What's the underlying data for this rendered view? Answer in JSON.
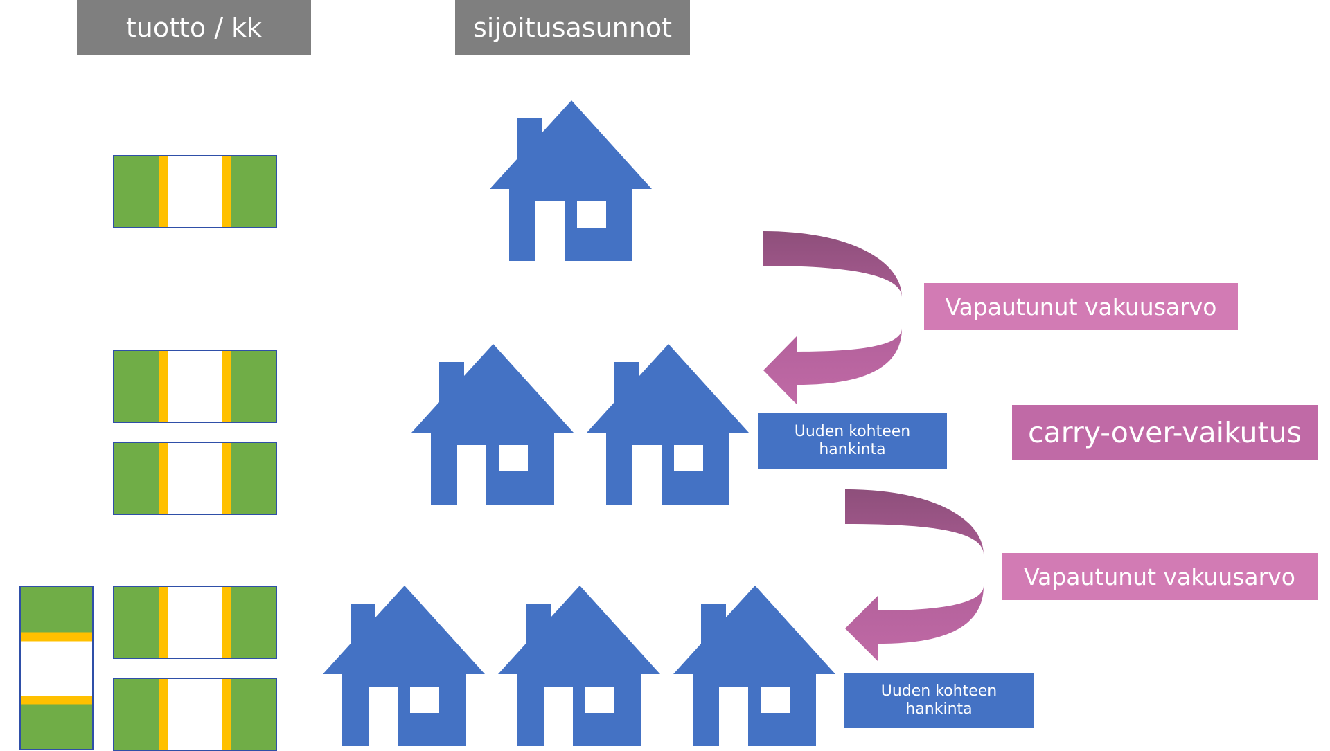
{
  "headers": {
    "income": "tuotto / kk",
    "apartments": "sijoitusasunnot"
  },
  "labels": {
    "released_collateral_1": "Vapautunut vakuusarvo",
    "released_collateral_2": "Vapautunut vakuusarvo",
    "carry_over": "carry-over-vaikutus",
    "new_purchase_1": "Uuden kohteen hankinta",
    "new_purchase_2": "Uuden kohteen hankinta"
  },
  "icons": {
    "house": "house-icon",
    "money": "banknote-icon",
    "arrow": "curved-arrow-icon"
  },
  "colors": {
    "house_blue": "#4472c4",
    "header_grey": "#7f7f7f",
    "pink_label": "#d27bb4",
    "carry_label": "#c06aa6",
    "arrow_dark": "#8e4f7b",
    "arrow_light": "#c06aa6",
    "note_green": "#70ad47",
    "note_yellow": "#ffc000"
  }
}
